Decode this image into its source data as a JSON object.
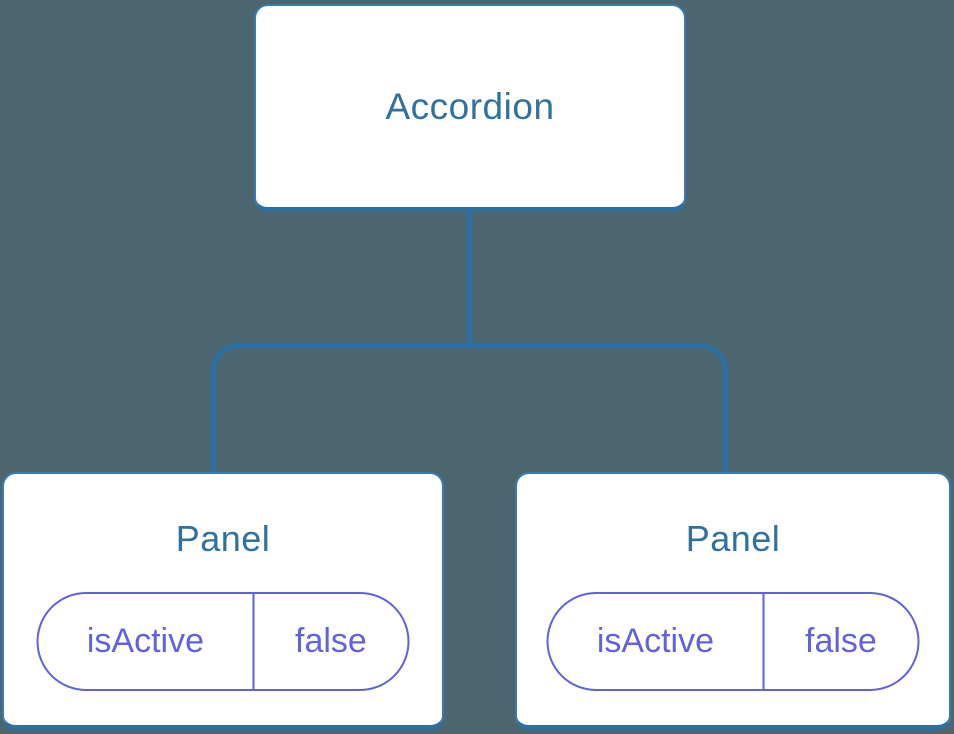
{
  "diagram": {
    "type": "component-tree",
    "background": "#4C6671",
    "colors": {
      "card_bg": "#FFFFFF",
      "card_border": "#3B7BAB",
      "card_border_bottom": "#2E6FA1",
      "connector": "#2C6FA3",
      "heading_text": "#31719E",
      "state_border": "#6161DE",
      "state_text": "#6262E0"
    },
    "root": {
      "label": "Accordion"
    },
    "children": [
      {
        "label": "Panel",
        "state": {
          "key": "isActive",
          "value": "false"
        }
      },
      {
        "label": "Panel",
        "state": {
          "key": "isActive",
          "value": "false"
        }
      }
    ]
  }
}
